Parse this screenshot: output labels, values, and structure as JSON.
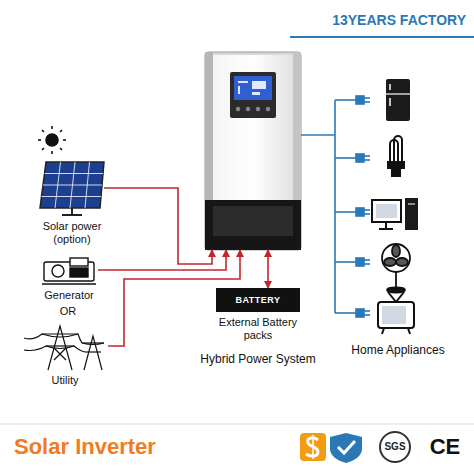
{
  "diagram": {
    "title": "Solar Inverter",
    "caption": "Hybrid Power System",
    "nodes": [
      {
        "text": [
          "Solar power (option)"
        ]
      },
      {
        "text": [
          "Generator"
        ]
      },
      {
        "text": [
          "Utility"
        ]
      },
      {
        "text": []
      },
      {
        "text": [
          "BATTERY",
          "External Battery packs"
        ]
      },
      {
        "text": [
          "Home Appliances"
        ]
      }
    ],
    "edges": [
      {
        "from": 0,
        "to": 3,
        "arrow": "to"
      },
      {
        "from": 1,
        "to": 3,
        "arrow": "to"
      },
      {
        "from": 2,
        "to": 3,
        "arrow": "to"
      },
      {
        "from": 3,
        "to": 4,
        "arrow": "both"
      },
      {
        "from": 3,
        "to": 5,
        "arrow": "none"
      }
    ],
    "labels": [
      "13YEARS FACTORY",
      "OR",
      "SGS",
      "CE"
    ]
  }
}
